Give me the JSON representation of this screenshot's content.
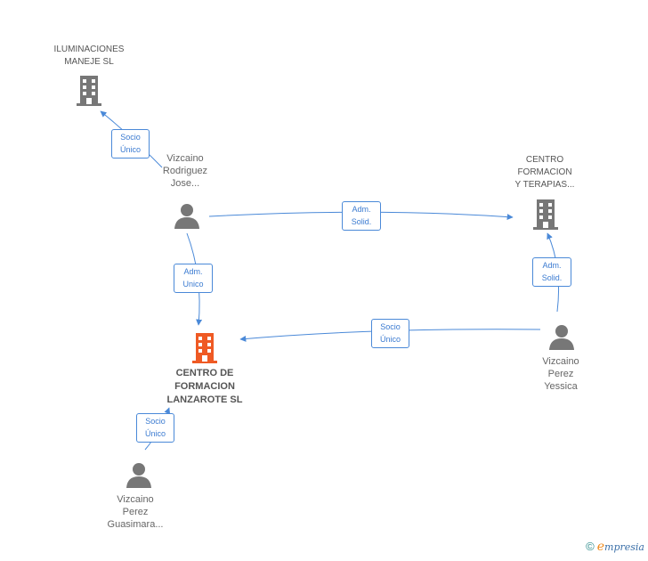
{
  "colors": {
    "edge": "#4a89d8",
    "company": "#777777",
    "company_main": "#ef5a24",
    "person": "#777777"
  },
  "nodes": {
    "iluminaciones": {
      "lines": [
        "ILUMINACIONES",
        "MANEJE SL"
      ],
      "icon": "building-icon"
    },
    "centro_terapias": {
      "lines": [
        "CENTRO",
        "FORMACION",
        "Y TERAPIAS..."
      ],
      "icon": "building-icon"
    },
    "centro_lanzarote": {
      "lines": [
        "CENTRO DE",
        "FORMACION",
        "LANZAROTE SL"
      ],
      "icon": "building-icon"
    },
    "vizcaino_jose": {
      "lines": [
        "Vizcaino",
        "Rodriguez",
        "Jose..."
      ],
      "icon": "person-icon"
    },
    "vizcaino_yessica": {
      "lines": [
        "Vizcaino",
        "Perez",
        "Yessica"
      ],
      "icon": "person-icon"
    },
    "vizcaino_guasimara": {
      "lines": [
        "Vizcaino",
        "Perez",
        "Guasimara..."
      ],
      "icon": "person-icon"
    }
  },
  "relations": {
    "r1": [
      "Socio",
      "Único"
    ],
    "r2": [
      "Adm.",
      "Solid."
    ],
    "r3": [
      "Adm.",
      "Unico"
    ],
    "r4": [
      "Adm.",
      "Solid."
    ],
    "r5": [
      "Socio",
      "Único"
    ],
    "r6": [
      "Socio",
      "Único"
    ]
  },
  "footer": {
    "copyright": "©",
    "brand_initial": "e",
    "brand_rest": "mpresia"
  }
}
